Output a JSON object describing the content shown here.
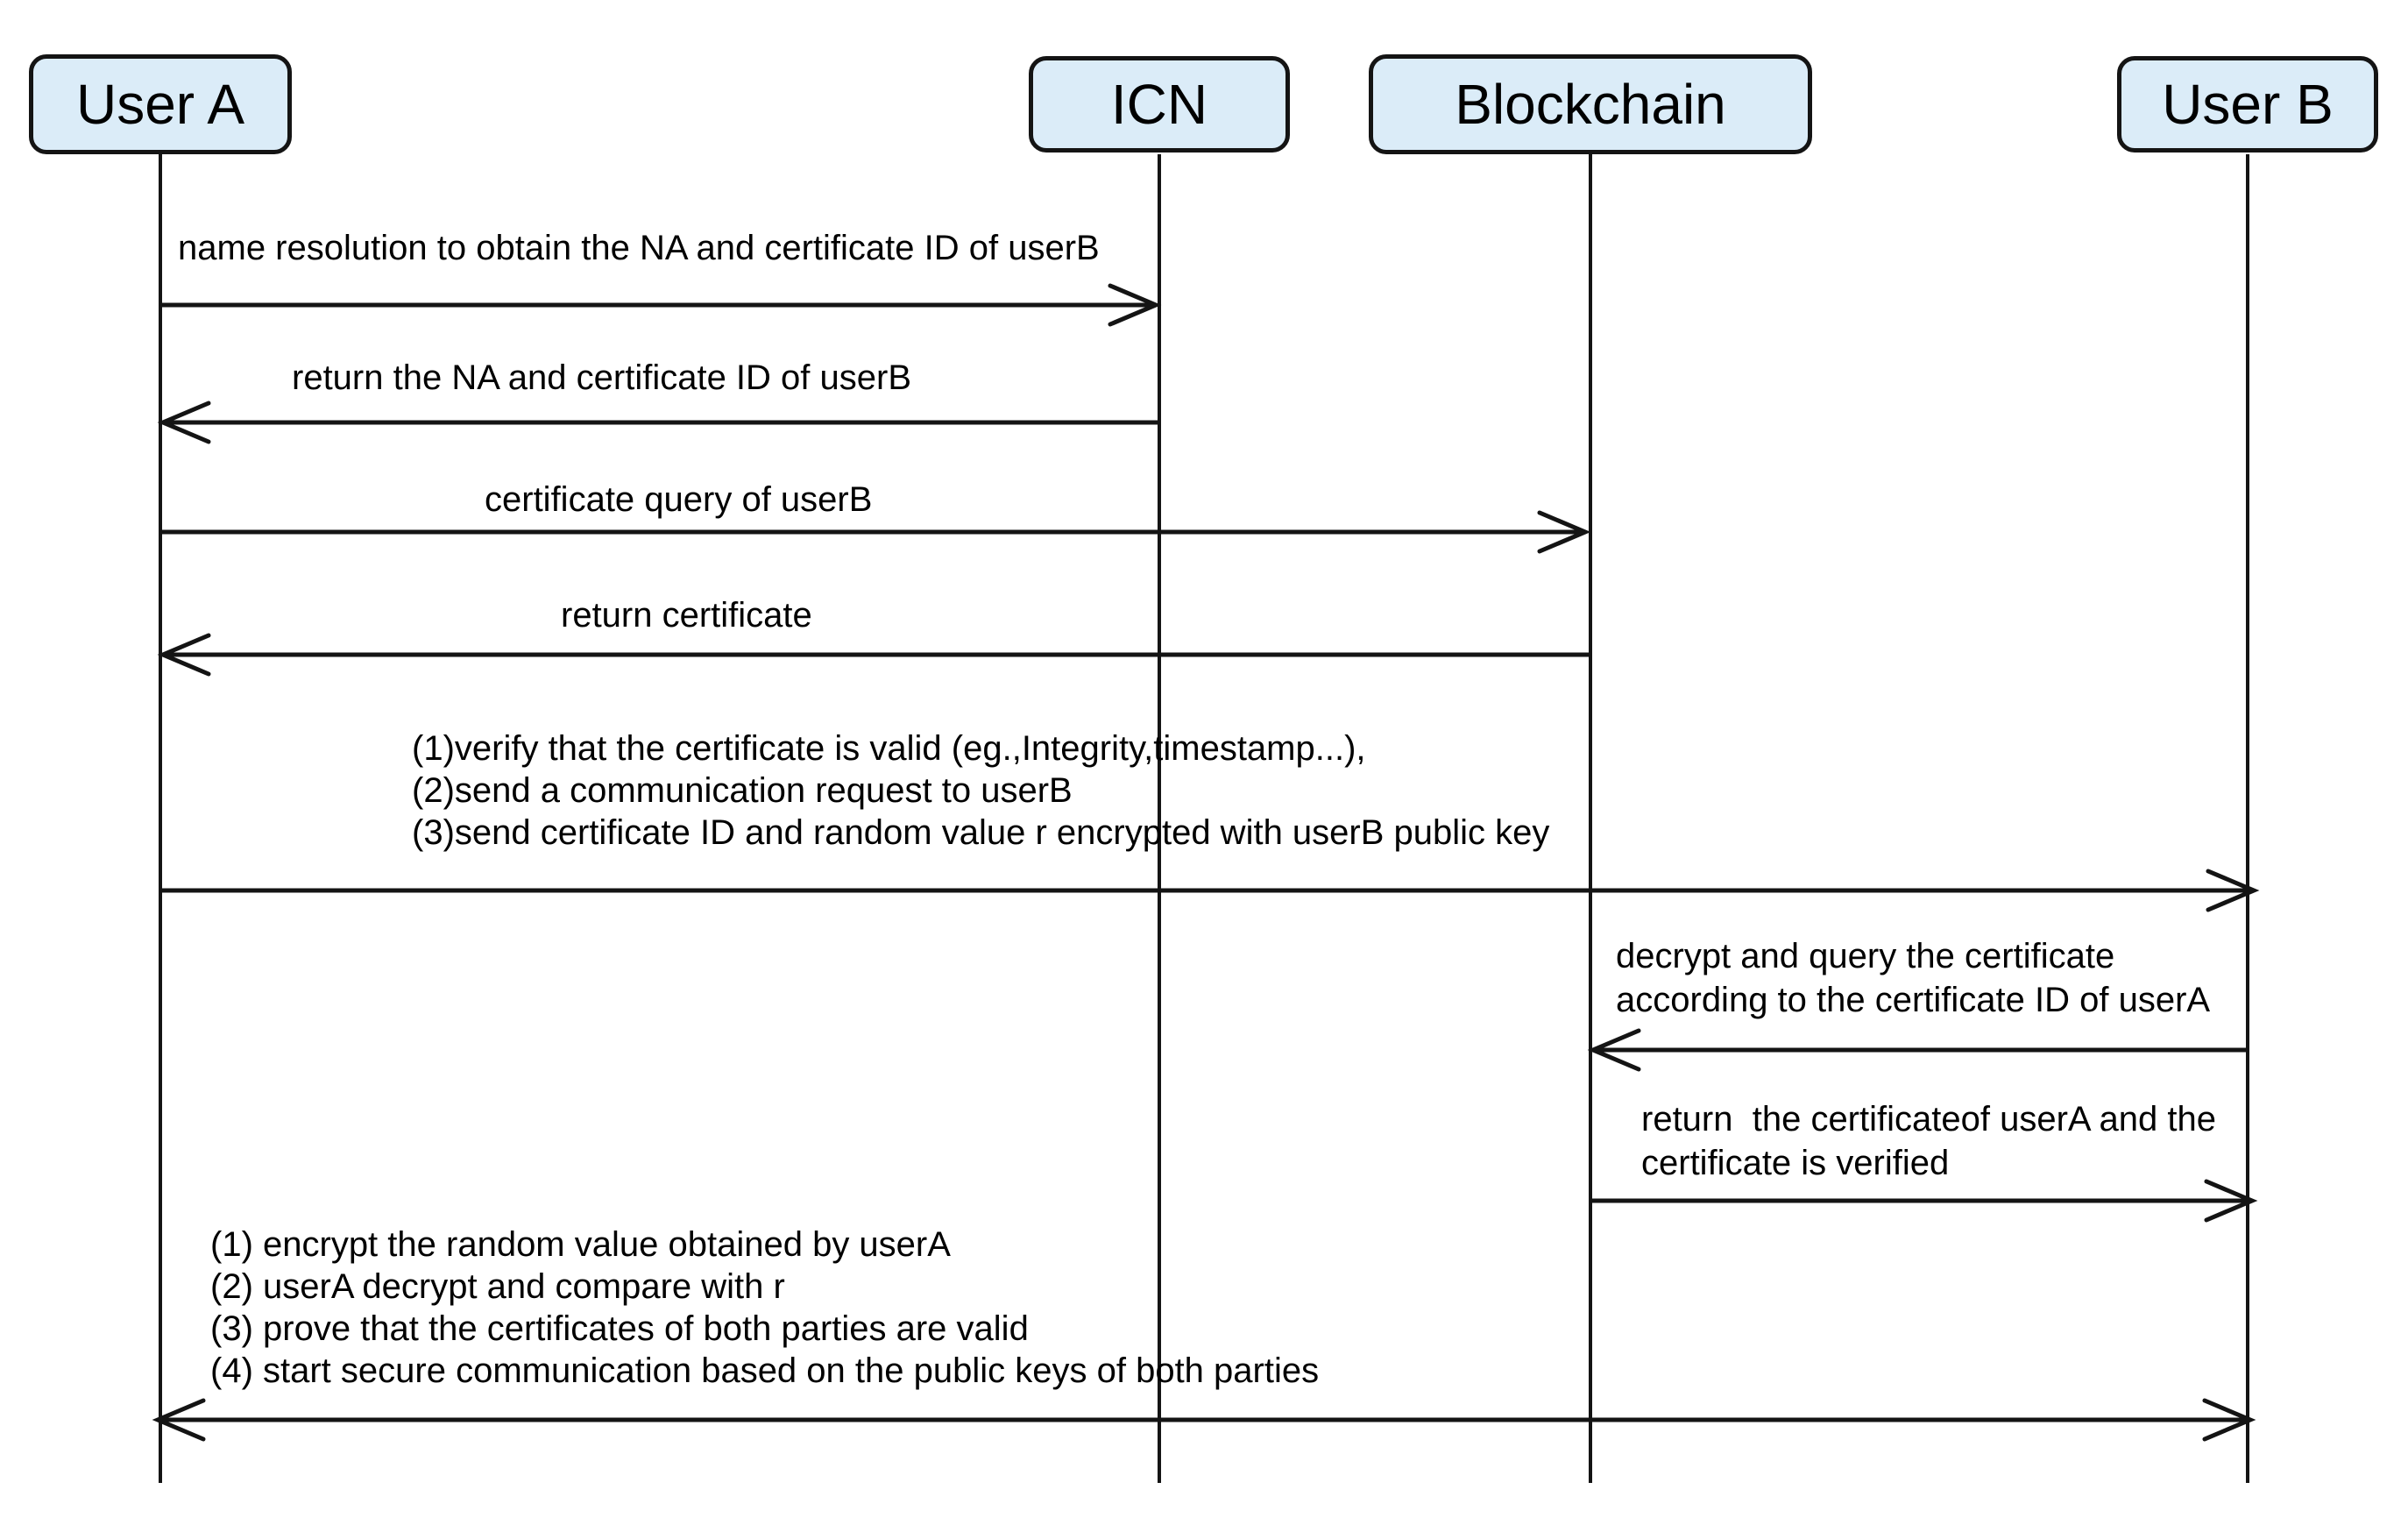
{
  "diagram_type": "sequence-diagram",
  "colors": {
    "background": "#ffffff",
    "actor_fill": "#dbecf8",
    "actor_border": "#141414",
    "line": "#141414",
    "text": "#000000"
  },
  "actors": [
    {
      "name": "User A"
    },
    {
      "name": "ICN"
    },
    {
      "name": "Blockchain"
    },
    {
      "name": "User B"
    }
  ],
  "messages": [
    {
      "from": "User A",
      "to": "ICN",
      "direction": "right",
      "lines": [
        "name resolution to obtain the NA and certificate ID of userB"
      ]
    },
    {
      "from": "ICN",
      "to": "User A",
      "direction": "left",
      "lines": [
        "return the NA and certificate ID of userB"
      ]
    },
    {
      "from": "User A",
      "to": "Blockchain",
      "direction": "right",
      "lines": [
        "certificate query of userB"
      ]
    },
    {
      "from": "Blockchain",
      "to": "User A",
      "direction": "left",
      "lines": [
        "return certificate"
      ]
    },
    {
      "from": "User A",
      "to": "User B",
      "direction": "right",
      "lines": [
        "(1)verify that the certificate is valid (eg.,Integrity,timestamp...),",
        "(2)send a communication request to userB",
        "(3)send certificate ID and random value r encrypted with userB public key"
      ]
    },
    {
      "from": "User B",
      "to": "Blockchain",
      "direction": "left",
      "lines": [
        "decrypt and query the certificate",
        "according to the certificate ID of userA"
      ]
    },
    {
      "from": "Blockchain",
      "to": "User B",
      "direction": "right",
      "lines": [
        "return  the certificateof userA and the",
        "certificate is verified"
      ]
    },
    {
      "from": "User A",
      "to": "User B",
      "direction": "both",
      "lines": [
        "(1) encrypt the random value obtained by userA",
        "(2) userA decrypt and compare with r",
        "(3) prove that the certificates of both parties are valid",
        "(4) start secure communication based on the public keys of both parties"
      ]
    }
  ]
}
